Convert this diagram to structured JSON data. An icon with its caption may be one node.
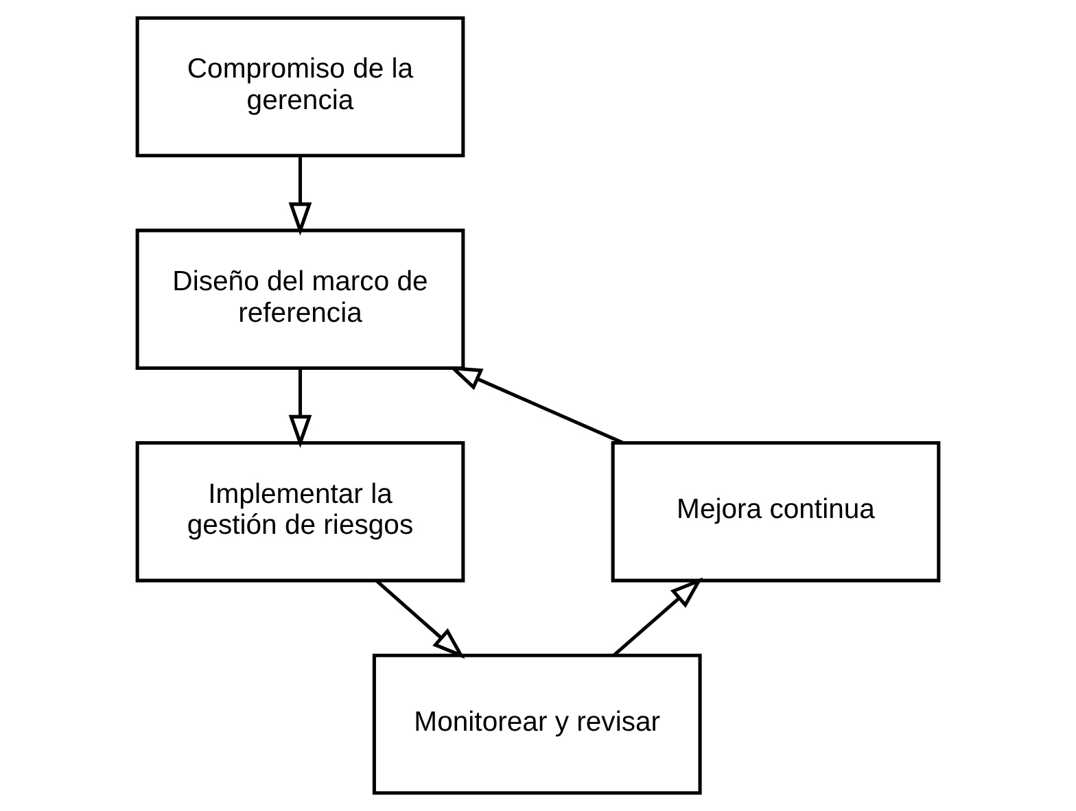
{
  "diagram": {
    "nodes": [
      {
        "text": [
          "Compromiso de la gerencia"
        ]
      },
      {
        "text": [
          "Diseño del marco de referencia"
        ]
      },
      {
        "text": [
          "Implementar la gestión de riesgos"
        ]
      },
      {
        "text": [
          "Monitorear y revisar"
        ]
      },
      {
        "text": [
          "Mejora continua"
        ]
      }
    ],
    "edges": [
      {
        "from": 0,
        "to": 1,
        "arrow": "to"
      },
      {
        "from": 1,
        "to": 2,
        "arrow": "to"
      },
      {
        "from": 2,
        "to": 3,
        "arrow": "to"
      },
      {
        "from": 3,
        "to": 4,
        "arrow": "to"
      },
      {
        "from": 4,
        "to": 1,
        "arrow": "to"
      }
    ]
  }
}
